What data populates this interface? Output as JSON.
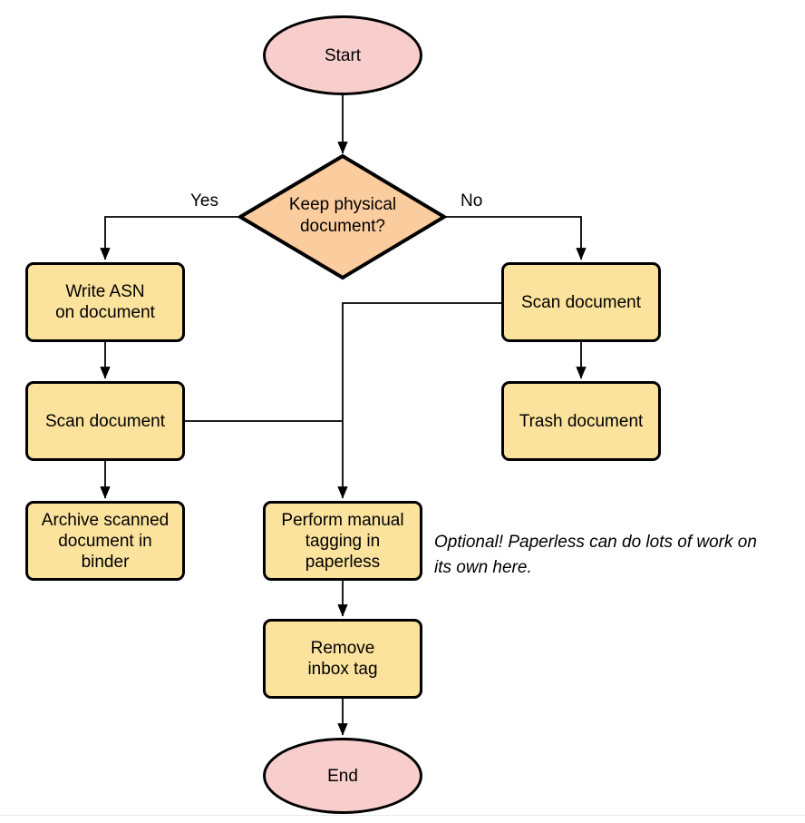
{
  "diagram_type": "flowchart",
  "nodes": {
    "start": {
      "label": "Start",
      "shape": "ellipse",
      "fill": "#F8CECC"
    },
    "decision": {
      "label": "Keep physical\ndocument?",
      "shape": "diamond",
      "fill": "#FBCC9E"
    },
    "write_asn": {
      "label": "Write ASN\non document",
      "shape": "process",
      "fill": "#FBE39E"
    },
    "scan_left": {
      "label": "Scan document",
      "shape": "process",
      "fill": "#FBE39E"
    },
    "archive": {
      "label": "Archive scanned\ndocument in\nbinder",
      "shape": "process",
      "fill": "#FBE39E"
    },
    "scan_right": {
      "label": "Scan document",
      "shape": "process",
      "fill": "#FBE39E"
    },
    "trash": {
      "label": "Trash document",
      "shape": "process",
      "fill": "#FBE39E"
    },
    "perform_tagging": {
      "label": "Perform manual\ntagging in\npaperless",
      "shape": "process",
      "fill": "#FBE39E"
    },
    "remove_inbox": {
      "label": "Remove\ninbox tag",
      "shape": "process",
      "fill": "#FBE39E"
    },
    "end": {
      "label": "End",
      "shape": "ellipse",
      "fill": "#F8CECC"
    }
  },
  "edge_labels": {
    "yes": "Yes",
    "no": "No"
  },
  "edges": [
    {
      "from": "start",
      "to": "decision",
      "label": ""
    },
    {
      "from": "decision",
      "to": "write_asn",
      "label": "Yes"
    },
    {
      "from": "decision",
      "to": "scan_right",
      "label": "No"
    },
    {
      "from": "write_asn",
      "to": "scan_left",
      "label": ""
    },
    {
      "from": "scan_left",
      "to": "archive",
      "label": ""
    },
    {
      "from": "scan_left",
      "to": "perform_tagging",
      "label": ""
    },
    {
      "from": "scan_right",
      "to": "trash",
      "label": ""
    },
    {
      "from": "scan_right",
      "to": "perform_tagging",
      "label": ""
    },
    {
      "from": "perform_tagging",
      "to": "remove_inbox",
      "label": ""
    },
    {
      "from": "remove_inbox",
      "to": "end",
      "label": ""
    }
  ],
  "annotation": {
    "text": "Optional! Paperless can do lots of work on\nits own here."
  },
  "colors": {
    "terminator_fill": "#F8CECC",
    "decision_fill": "#FBCC9E",
    "process_fill": "#FBE39E",
    "stroke": "#000000",
    "background": "#FFFFFF"
  }
}
